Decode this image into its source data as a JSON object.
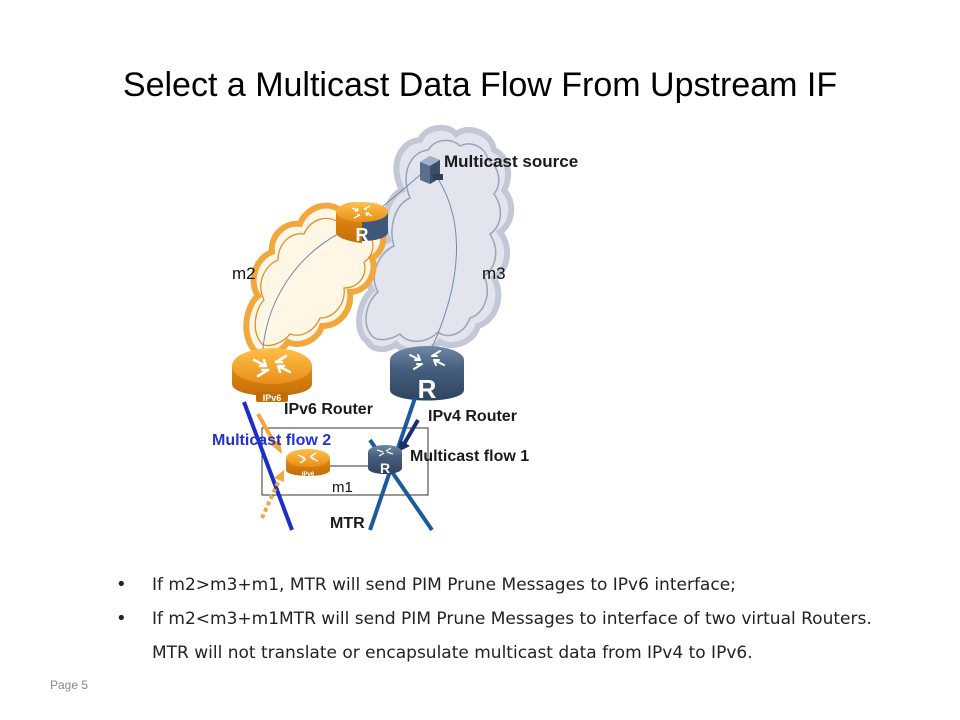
{
  "slide": {
    "title": "Select a Multicast Data Flow From Upstream IF",
    "page_label": "Page 5"
  },
  "diagram": {
    "labels": {
      "multicast_source": "Multicast source",
      "m2": "m2",
      "m3": "m3",
      "ipv6_router": "IPv6 Router",
      "ipv4_router": "IPv4 Router",
      "multicast_flow_2": "Multicast flow 2",
      "multicast_flow_1": "Multicast flow 1",
      "m1": "m1",
      "mtr": "MTR",
      "ipv6_badge": "IPv6",
      "ipv6_badge_small": "IPv6",
      "router_badge_large": "R",
      "router_badge_top": "R",
      "router_badge_small": "R"
    },
    "icons": {
      "source": "server-icon",
      "top_router": "router-icon",
      "ipv6_router": "router-icon",
      "ipv4_router": "router-icon",
      "mtr_ipv6": "router-icon",
      "mtr_ipv4": "router-icon"
    },
    "colors": {
      "ipv6_orange": "#f0a030",
      "ipv4_blue": "#3f5a7a",
      "flow2_text": "#2233cc",
      "ipv4_network": "#e2e5ee",
      "ipv6_network": "#fff3df"
    }
  },
  "bullets": [
    "If m2>m3+m1, MTR will send PIM Prune Messages  to IPv6 interface;",
    "If m2<m3+m1MTR will send PIM Prune Messages  to interface of two virtual Routers. MTR will not translate or encapsulate multicast data from IPv4 to IPv6."
  ]
}
